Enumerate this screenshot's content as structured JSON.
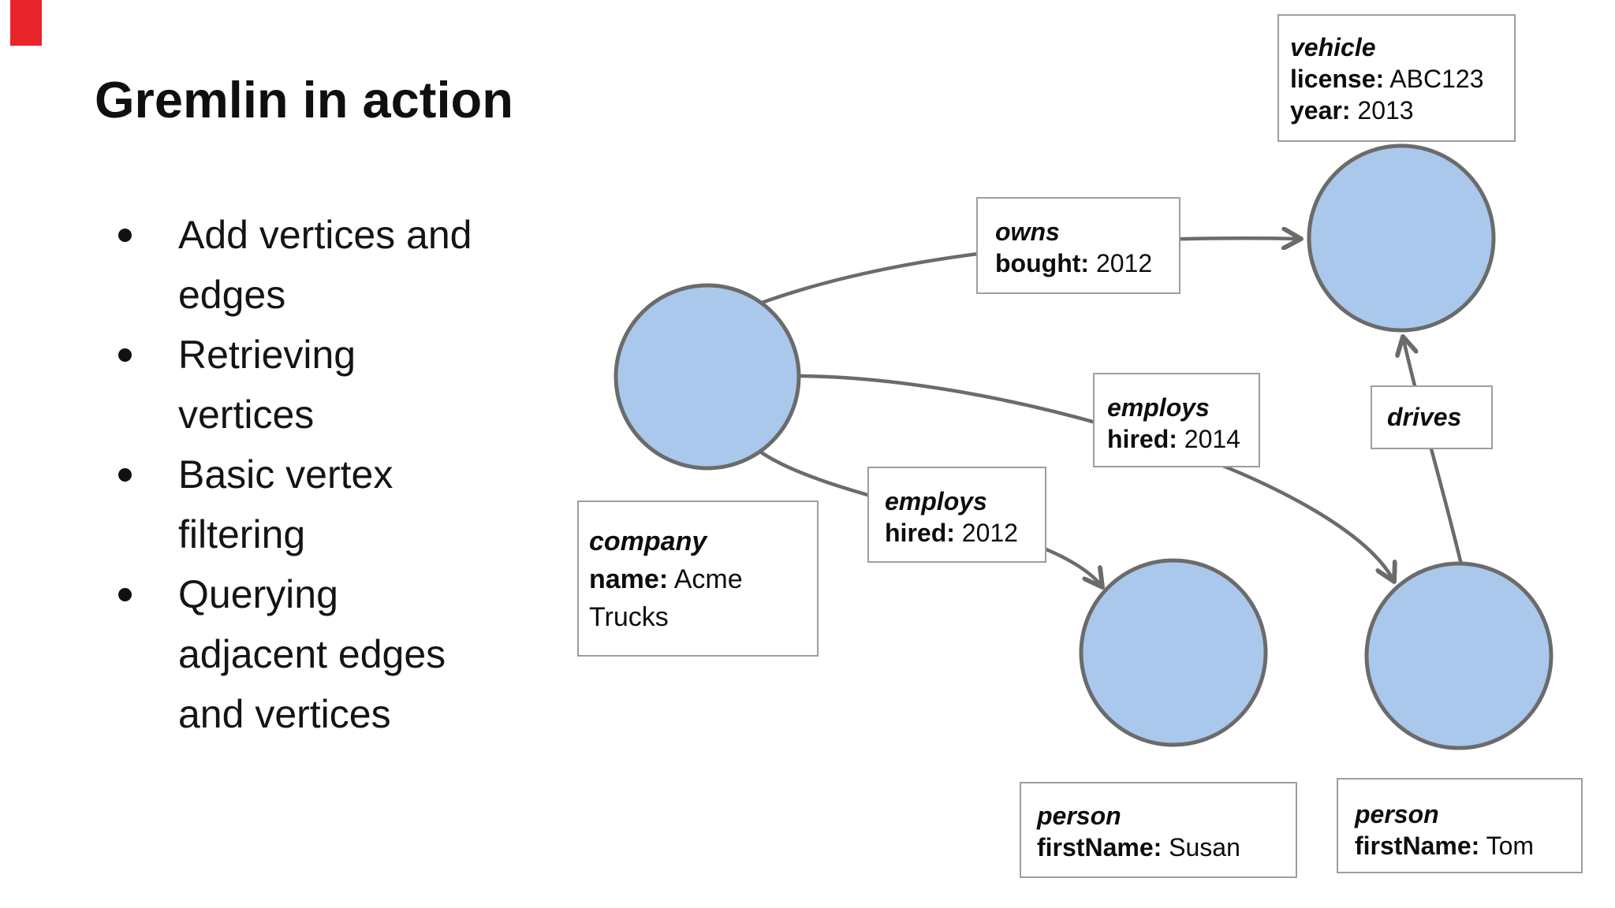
{
  "slide": {
    "title": "Gremlin in action",
    "bullets": [
      "Add vertices and edges",
      "Retrieving vertices",
      "Basic vertex filtering",
      "Querying adjacent edges and vertices"
    ]
  },
  "graph": {
    "node_labels": {
      "vehicle": {
        "type": "vehicle",
        "prop1_key": "license:",
        "prop1_value": " ABC123",
        "prop2_key": "year:",
        "prop2_value": " 2013"
      },
      "company": {
        "type": "company",
        "prop1_key": "name:",
        "prop1_value": " Acme",
        "prop1_wrap": "Trucks"
      },
      "person_susan": {
        "type": "person",
        "prop1_key": "firstName:",
        "prop1_value": " Susan"
      },
      "person_tom": {
        "type": "person",
        "prop1_key": "firstName:",
        "prop1_value": " Tom"
      }
    },
    "edge_labels": {
      "owns": {
        "type": "owns",
        "prop_key": "bought:",
        "prop_value": " 2012"
      },
      "employs_2014": {
        "type": "employs",
        "prop_key": "hired:",
        "prop_value": " 2014"
      },
      "employs_2012": {
        "type": "employs",
        "prop_key": "hired:",
        "prop_value": " 2012"
      },
      "drives": {
        "type": "drives"
      }
    },
    "colors": {
      "node_fill": "#a9c8eb",
      "node_border": "#6b6b6b",
      "edge_line": "#6b6b6b",
      "label_box_border": "#9e9e9e",
      "corner_marker_red": "#e9242a"
    }
  }
}
